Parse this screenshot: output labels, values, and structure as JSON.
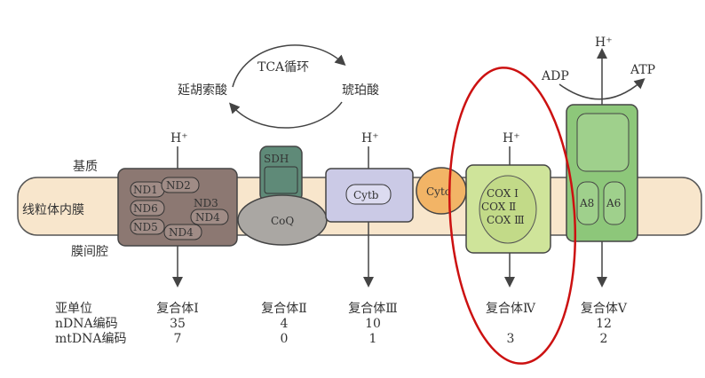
{
  "regions": {
    "matrix": "基质",
    "inner_membrane": "线粒体内膜",
    "intermembrane_space": "膜间腔"
  },
  "tca": {
    "title": "TCA循环",
    "fumarate": "延胡索酸",
    "succinate": "琥珀酸"
  },
  "proton": "H⁺",
  "complex1": {
    "subunits": [
      "ND1",
      "ND2",
      "ND6",
      "ND3",
      "ND4",
      "ND5",
      "ND4"
    ]
  },
  "complex2": {
    "sdh": "SDH",
    "coq": "CoQ"
  },
  "complex3": {
    "cytb": "Cytb"
  },
  "cytc": "Cytc",
  "complex4": {
    "subunits": [
      "COX Ⅰ",
      "COX Ⅱ",
      "COX Ⅲ"
    ]
  },
  "complex5": {
    "subunits": [
      "A8",
      "A6"
    ],
    "adp": "ADP",
    "atp": "ATP"
  },
  "table": {
    "row_labels": [
      "亚单位",
      "nDNA编码",
      "mtDNA编码"
    ],
    "columns": [
      {
        "name": "复合体Ⅰ",
        "ndna": "35",
        "mtdna": "7"
      },
      {
        "name": "复合体Ⅱ",
        "ndna": "4",
        "mtdna": "0"
      },
      {
        "name": "复合体Ⅲ",
        "ndna": "10",
        "mtdna": "1"
      },
      {
        "name": "复合体Ⅳ",
        "ndna": "",
        "mtdna": "3"
      },
      {
        "name": "复合体Ⅴ",
        "ndna": "12",
        "mtdna": "2"
      }
    ]
  },
  "colors": {
    "membrane": "#f8e6cc",
    "complex1": "#8c7872",
    "sdh": "#5f8a78",
    "coq": "#aaa7a3",
    "complex3": "#cbcae6",
    "cytc": "#f2b466",
    "complex4": "#cfe49a",
    "complex5": "#8dc77a",
    "highlight": "#cc1111"
  }
}
